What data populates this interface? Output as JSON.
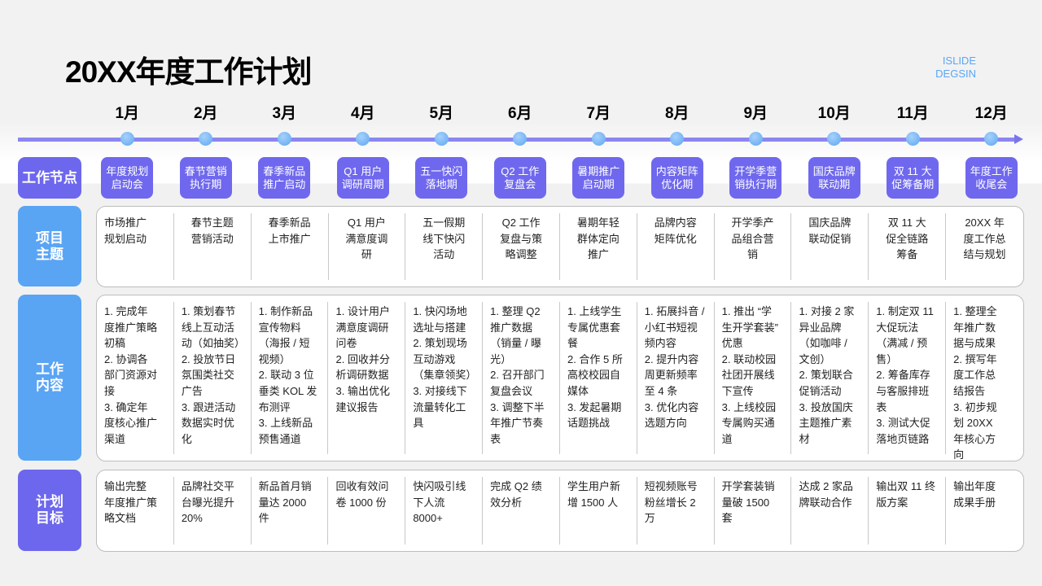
{
  "title": "20XX年度工作计划",
  "brand": "ISLIDE\nDEGSIN",
  "months": [
    "1月",
    "2月",
    "3月",
    "4月",
    "5月",
    "6月",
    "7月",
    "8月",
    "9月",
    "10月",
    "11月",
    "12月"
  ],
  "row_labels": {
    "nodes": "工作节点",
    "topics": "项目\n主题",
    "content": "工作\n内容",
    "goals": "计划\n目标"
  },
  "nodes": [
    "年度规划\n启动会",
    "春节营销\n执行期",
    "春季新品\n推广启动",
    "Q1 用户\n调研周期",
    "五一快闪\n落地期",
    "Q2 工作\n复盘会",
    "暑期推广\n启动期",
    "内容矩阵\n优化期",
    "开学季营\n销执行期",
    "国庆品牌\n联动期",
    "双 11 大\n促筹备期",
    "年度工作\n收尾会"
  ],
  "topics": [
    "市场推广\n规划启动",
    "春节主题\n营销活动",
    "春季新品\n上市推广",
    "Q1 用户\n满意度调\n研",
    "五一假期\n线下快闪\n活动",
    "Q2 工作\n复盘与策\n略调整",
    "暑期年轻\n群体定向\n推广",
    "品牌内容\n矩阵优化",
    "开学季产\n品组合营\n销",
    "国庆品牌\n联动促销",
    "双 11 大\n促全链路\n筹备",
    "20XX 年\n度工作总\n结与规划"
  ],
  "content": [
    "1. 完成年\n度推广策略\n初稿\n2. 协调各\n部门资源对\n接\n3. 确定年\n度核心推广\n渠道",
    "1. 策划春节\n线上互动活\n动（如抽奖）\n2. 投放节日\n氛围类社交\n广告\n3. 跟进活动\n数据实时优\n化",
    "1. 制作新品\n宣传物料\n（海报 / 短\n视频）\n2. 联动 3 位\n垂类 KOL 发\n布测评\n3. 上线新品\n预售通道",
    "1. 设计用户\n满意度调研\n问卷\n2. 回收并分\n析调研数据\n3. 输出优化\n建议报告",
    "1. 快闪场地\n选址与搭建\n2. 策划现场\n互动游戏\n（集章领奖）\n3. 对接线下\n流量转化工\n具",
    "1. 整理 Q2\n推广数据\n（销量 / 曝\n光）\n2. 召开部门\n复盘会议\n3. 调整下半\n年推广节奏\n表",
    "1. 上线学生\n专属优惠套\n餐\n2. 合作 5 所\n高校校园自\n媒体\n3. 发起暑期\n话题挑战",
    "1. 拓展抖音 /\n小红书短视\n频内容\n2. 提升内容\n周更新频率\n至 4 条\n3. 优化内容\n选题方向",
    "1. 推出 “学\n生开学套装”\n优惠\n2. 联动校园\n社团开展线\n下宣传\n3. 上线校园\n专属购买通\n道",
    "1. 对接 2 家\n异业品牌\n（如咖啡 /\n文创）\n2. 策划联合\n促销活动\n3. 投放国庆\n主题推广素\n材",
    "1. 制定双 11\n大促玩法\n（满减 / 预\n售）\n2. 筹备库存\n与客服排班\n表\n3. 测试大促\n落地页链路",
    "1. 整理全\n年推广数\n据与成果\n2. 撰写年\n度工作总\n结报告\n3. 初步规\n划 20XX\n年核心方\n向"
  ],
  "goals": [
    "输出完整\n年度推广策\n略文档",
    "品牌社交平\n台曝光提升\n20%",
    "新品首月销\n量达 2000\n件",
    "回收有效问\n卷 1000 份",
    "快闪吸引线\n下人流\n8000+",
    "完成 Q2 绩\n效分析",
    "学生用户新\n增 1500 人",
    "短视频账号\n粉丝增长 2\n万",
    "开学套装销\n量破 1500\n套",
    "达成 2 家品\n牌联动合作",
    "输出双 11 终\n版方案",
    "输出年度\n成果手册"
  ],
  "colors": {
    "purple": "#6d67ee",
    "blue": "#5aa4f4",
    "brand": "#5aa6f6"
  }
}
